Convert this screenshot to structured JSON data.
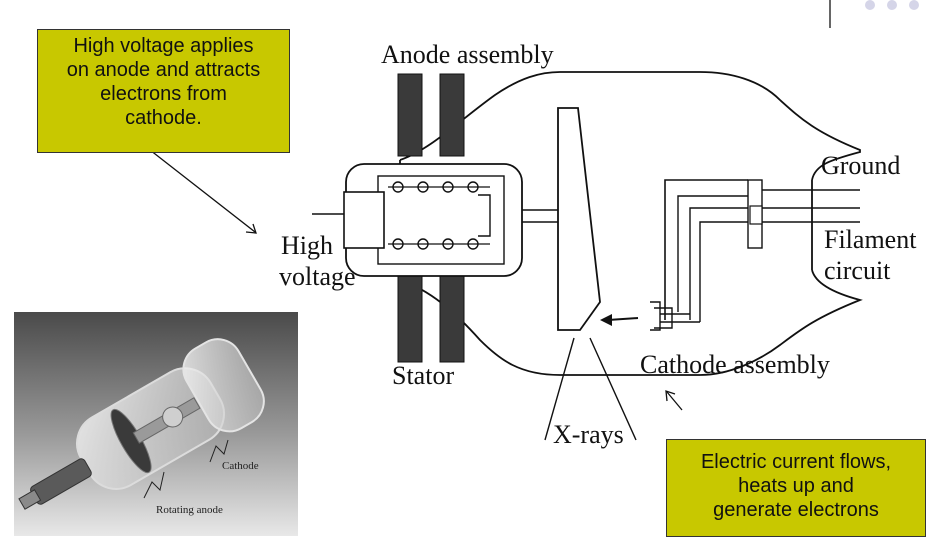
{
  "callouts": {
    "high_voltage_lines": [
      "High voltage applies",
      "on anode and attracts",
      "electrons from",
      "cathode."
    ],
    "electric_current_lines": [
      "Electric current flows,",
      "heats up and",
      "generate electrons"
    ]
  },
  "labels": {
    "anode_assembly": "Anode assembly",
    "ground": "Ground",
    "filament_circuit_1": "Filament",
    "filament_circuit_2": "circuit",
    "high_voltage_1": "High",
    "high_voltage_2": "voltage",
    "stator": "Stator",
    "cathode_assembly": "Cathode assembly",
    "x_rays": "X-rays"
  },
  "photo": {
    "cathode_label": "Cathode",
    "rotating_anode_label": "Rotating anode"
  },
  "colors": {
    "callout_fill": "#c8c800",
    "stator_fill": "#3a3a3a"
  }
}
